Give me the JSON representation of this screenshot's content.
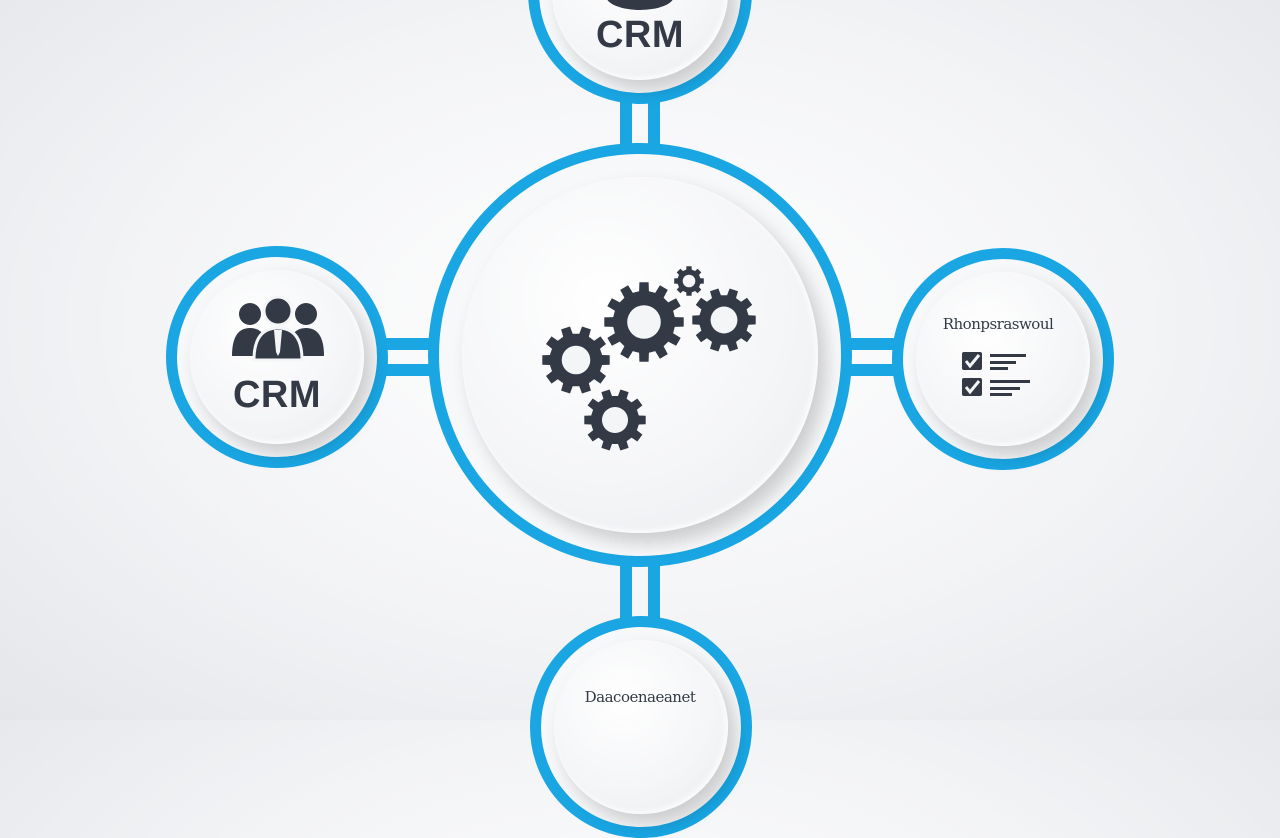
{
  "nodes": {
    "top": {
      "label": "CRM",
      "icon": "user-icon"
    },
    "left": {
      "label": "CRM",
      "icon": "team-icon"
    },
    "right": {
      "label": "Rhonpsraswoul",
      "icon": "checklist-icon"
    },
    "bottom": {
      "label": "Daacoenaeanet",
      "icon": ""
    },
    "center": {
      "icon": "gears-icon"
    }
  },
  "colors": {
    "accent": "#19a6e3",
    "icon": "#333a45",
    "background": "#f3f4f6"
  }
}
